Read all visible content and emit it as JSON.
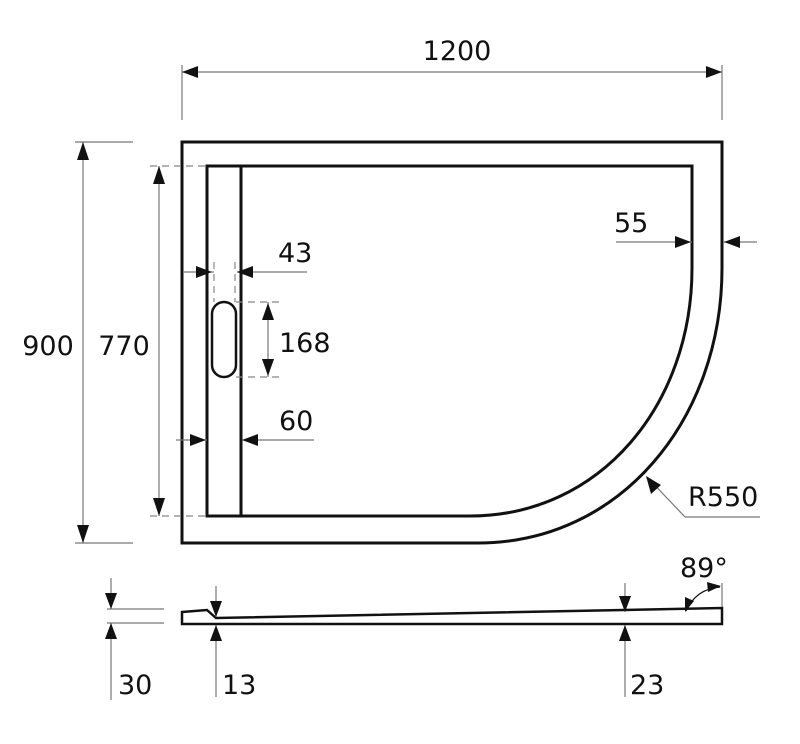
{
  "title": "Quarter-circle shower tray technical drawing",
  "units": "mm",
  "plan_view": {
    "dimensions": {
      "overall_width": "1200",
      "overall_depth": "900",
      "inner_depth": "770",
      "drain_slot_width": "43",
      "drain_slot_length": "168",
      "channel_width": "60",
      "rim_width": "55",
      "radius": "R550"
    }
  },
  "profile_view": {
    "dimensions": {
      "total_height": "30",
      "min_thickness": "13",
      "max_thickness": "23",
      "edge_angle": "89°"
    }
  }
}
